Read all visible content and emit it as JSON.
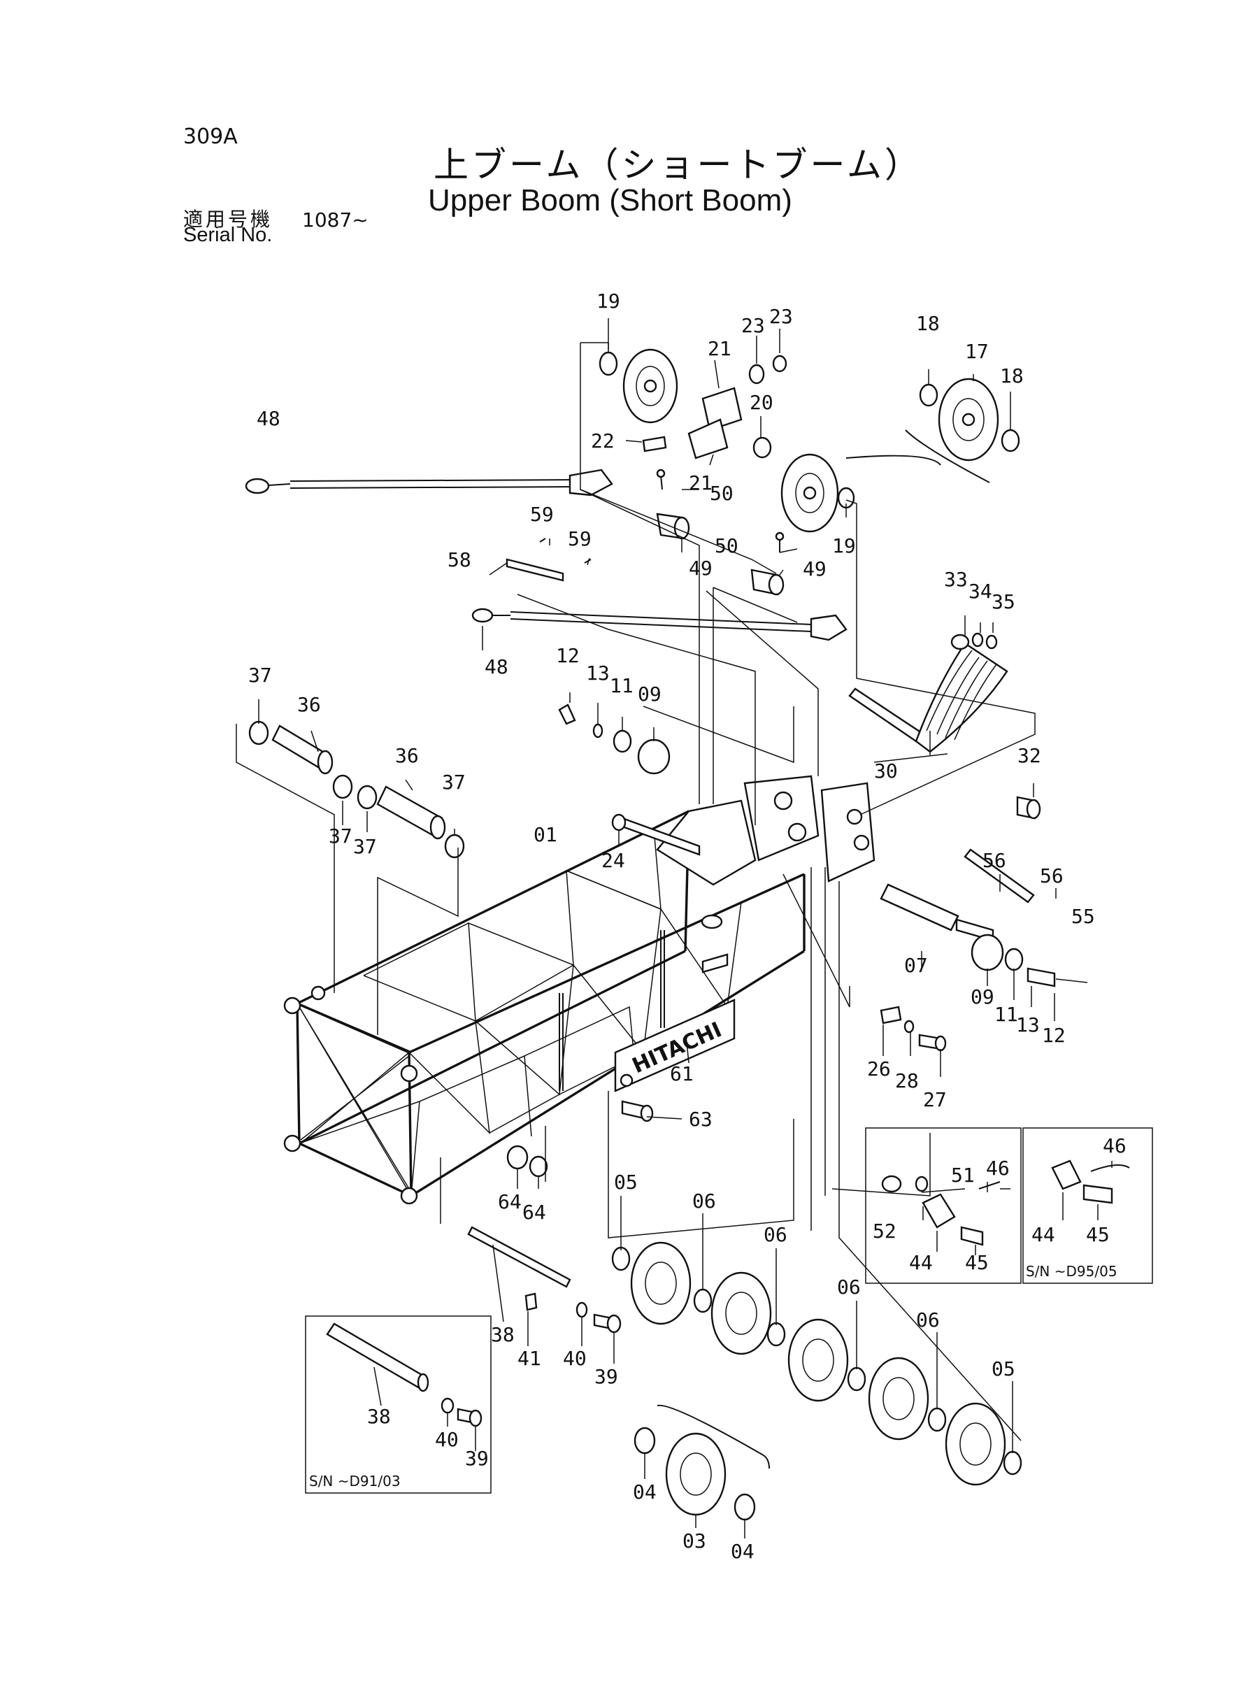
{
  "header": {
    "page_code": "309A",
    "title_jp": "上ブーム（ショートブーム）",
    "title_en": "Upper Boom (Short Boom)",
    "serial_label_jp": "適用号機",
    "serial_label_en": "Serial No.",
    "serial_value": "1087~"
  },
  "callouts": [
    {
      "id": "c19a",
      "text": "19"
    },
    {
      "id": "c23a",
      "text": "23"
    },
    {
      "id": "c23b",
      "text": "23"
    },
    {
      "id": "c21a",
      "text": "21"
    },
    {
      "id": "c20",
      "text": "20"
    },
    {
      "id": "c22",
      "text": "22"
    },
    {
      "id": "c21b",
      "text": "21"
    },
    {
      "id": "c50a",
      "text": "50"
    },
    {
      "id": "c48a",
      "text": "48"
    },
    {
      "id": "c18a",
      "text": "18"
    },
    {
      "id": "c17",
      "text": "17"
    },
    {
      "id": "c18b",
      "text": "18"
    },
    {
      "id": "c19b",
      "text": "19"
    },
    {
      "id": "c49a",
      "text": "49"
    },
    {
      "id": "c50b",
      "text": "50"
    },
    {
      "id": "c49b",
      "text": "49"
    },
    {
      "id": "c59a",
      "text": "59"
    },
    {
      "id": "c59b",
      "text": "59"
    },
    {
      "id": "c58",
      "text": "58"
    },
    {
      "id": "c48b",
      "text": "48"
    },
    {
      "id": "c33",
      "text": "33"
    },
    {
      "id": "c34",
      "text": "34"
    },
    {
      "id": "c35",
      "text": "35"
    },
    {
      "id": "c12a",
      "text": "12"
    },
    {
      "id": "c13a",
      "text": "13"
    },
    {
      "id": "c11a",
      "text": "11"
    },
    {
      "id": "c09a",
      "text": "09"
    },
    {
      "id": "c30",
      "text": "30"
    },
    {
      "id": "c32",
      "text": "32"
    },
    {
      "id": "c37a",
      "text": "37"
    },
    {
      "id": "c36a",
      "text": "36"
    },
    {
      "id": "c36b",
      "text": "36"
    },
    {
      "id": "c37b",
      "text": "37"
    },
    {
      "id": "c37c",
      "text": "37"
    },
    {
      "id": "c37d",
      "text": "37"
    },
    {
      "id": "c01",
      "text": "01"
    },
    {
      "id": "c24",
      "text": "24"
    },
    {
      "id": "c56a",
      "text": "56"
    },
    {
      "id": "c56b",
      "text": "56"
    },
    {
      "id": "c55",
      "text": "55"
    },
    {
      "id": "c07",
      "text": "07"
    },
    {
      "id": "c09b",
      "text": "09"
    },
    {
      "id": "c11b",
      "text": "11"
    },
    {
      "id": "c13b",
      "text": "13"
    },
    {
      "id": "c12b",
      "text": "12"
    },
    {
      "id": "c26",
      "text": "26"
    },
    {
      "id": "c28",
      "text": "28"
    },
    {
      "id": "c27",
      "text": "27"
    },
    {
      "id": "c61",
      "text": "61"
    },
    {
      "id": "c63",
      "text": "63"
    },
    {
      "id": "c64a",
      "text": "64"
    },
    {
      "id": "c64b",
      "text": "64"
    },
    {
      "id": "c05a",
      "text": "05"
    },
    {
      "id": "c06a",
      "text": "06"
    },
    {
      "id": "c06b",
      "text": "06"
    },
    {
      "id": "c06c",
      "text": "06"
    },
    {
      "id": "c06d",
      "text": "06"
    },
    {
      "id": "c05b",
      "text": "05"
    },
    {
      "id": "c51",
      "text": "51"
    },
    {
      "id": "c46a",
      "text": "46"
    },
    {
      "id": "c52",
      "text": "52"
    },
    {
      "id": "c44a",
      "text": "44"
    },
    {
      "id": "c45a",
      "text": "45"
    },
    {
      "id": "c46b",
      "text": "46"
    },
    {
      "id": "c44b",
      "text": "44"
    },
    {
      "id": "c45b",
      "text": "45"
    },
    {
      "id": "c38a",
      "text": "38"
    },
    {
      "id": "c41",
      "text": "41"
    },
    {
      "id": "c40a",
      "text": "40"
    },
    {
      "id": "c39a",
      "text": "39"
    },
    {
      "id": "c38b",
      "text": "38"
    },
    {
      "id": "c40b",
      "text": "40"
    },
    {
      "id": "c39b",
      "text": "39"
    },
    {
      "id": "c04a",
      "text": "04"
    },
    {
      "id": "c03",
      "text": "03"
    },
    {
      "id": "c04b",
      "text": "04"
    }
  ],
  "insets": {
    "sn_d95": "S/N  ~D95/05",
    "sn_d91": "S/N  ~D91/03"
  },
  "brand": {
    "plate_text": "HITACHI"
  }
}
